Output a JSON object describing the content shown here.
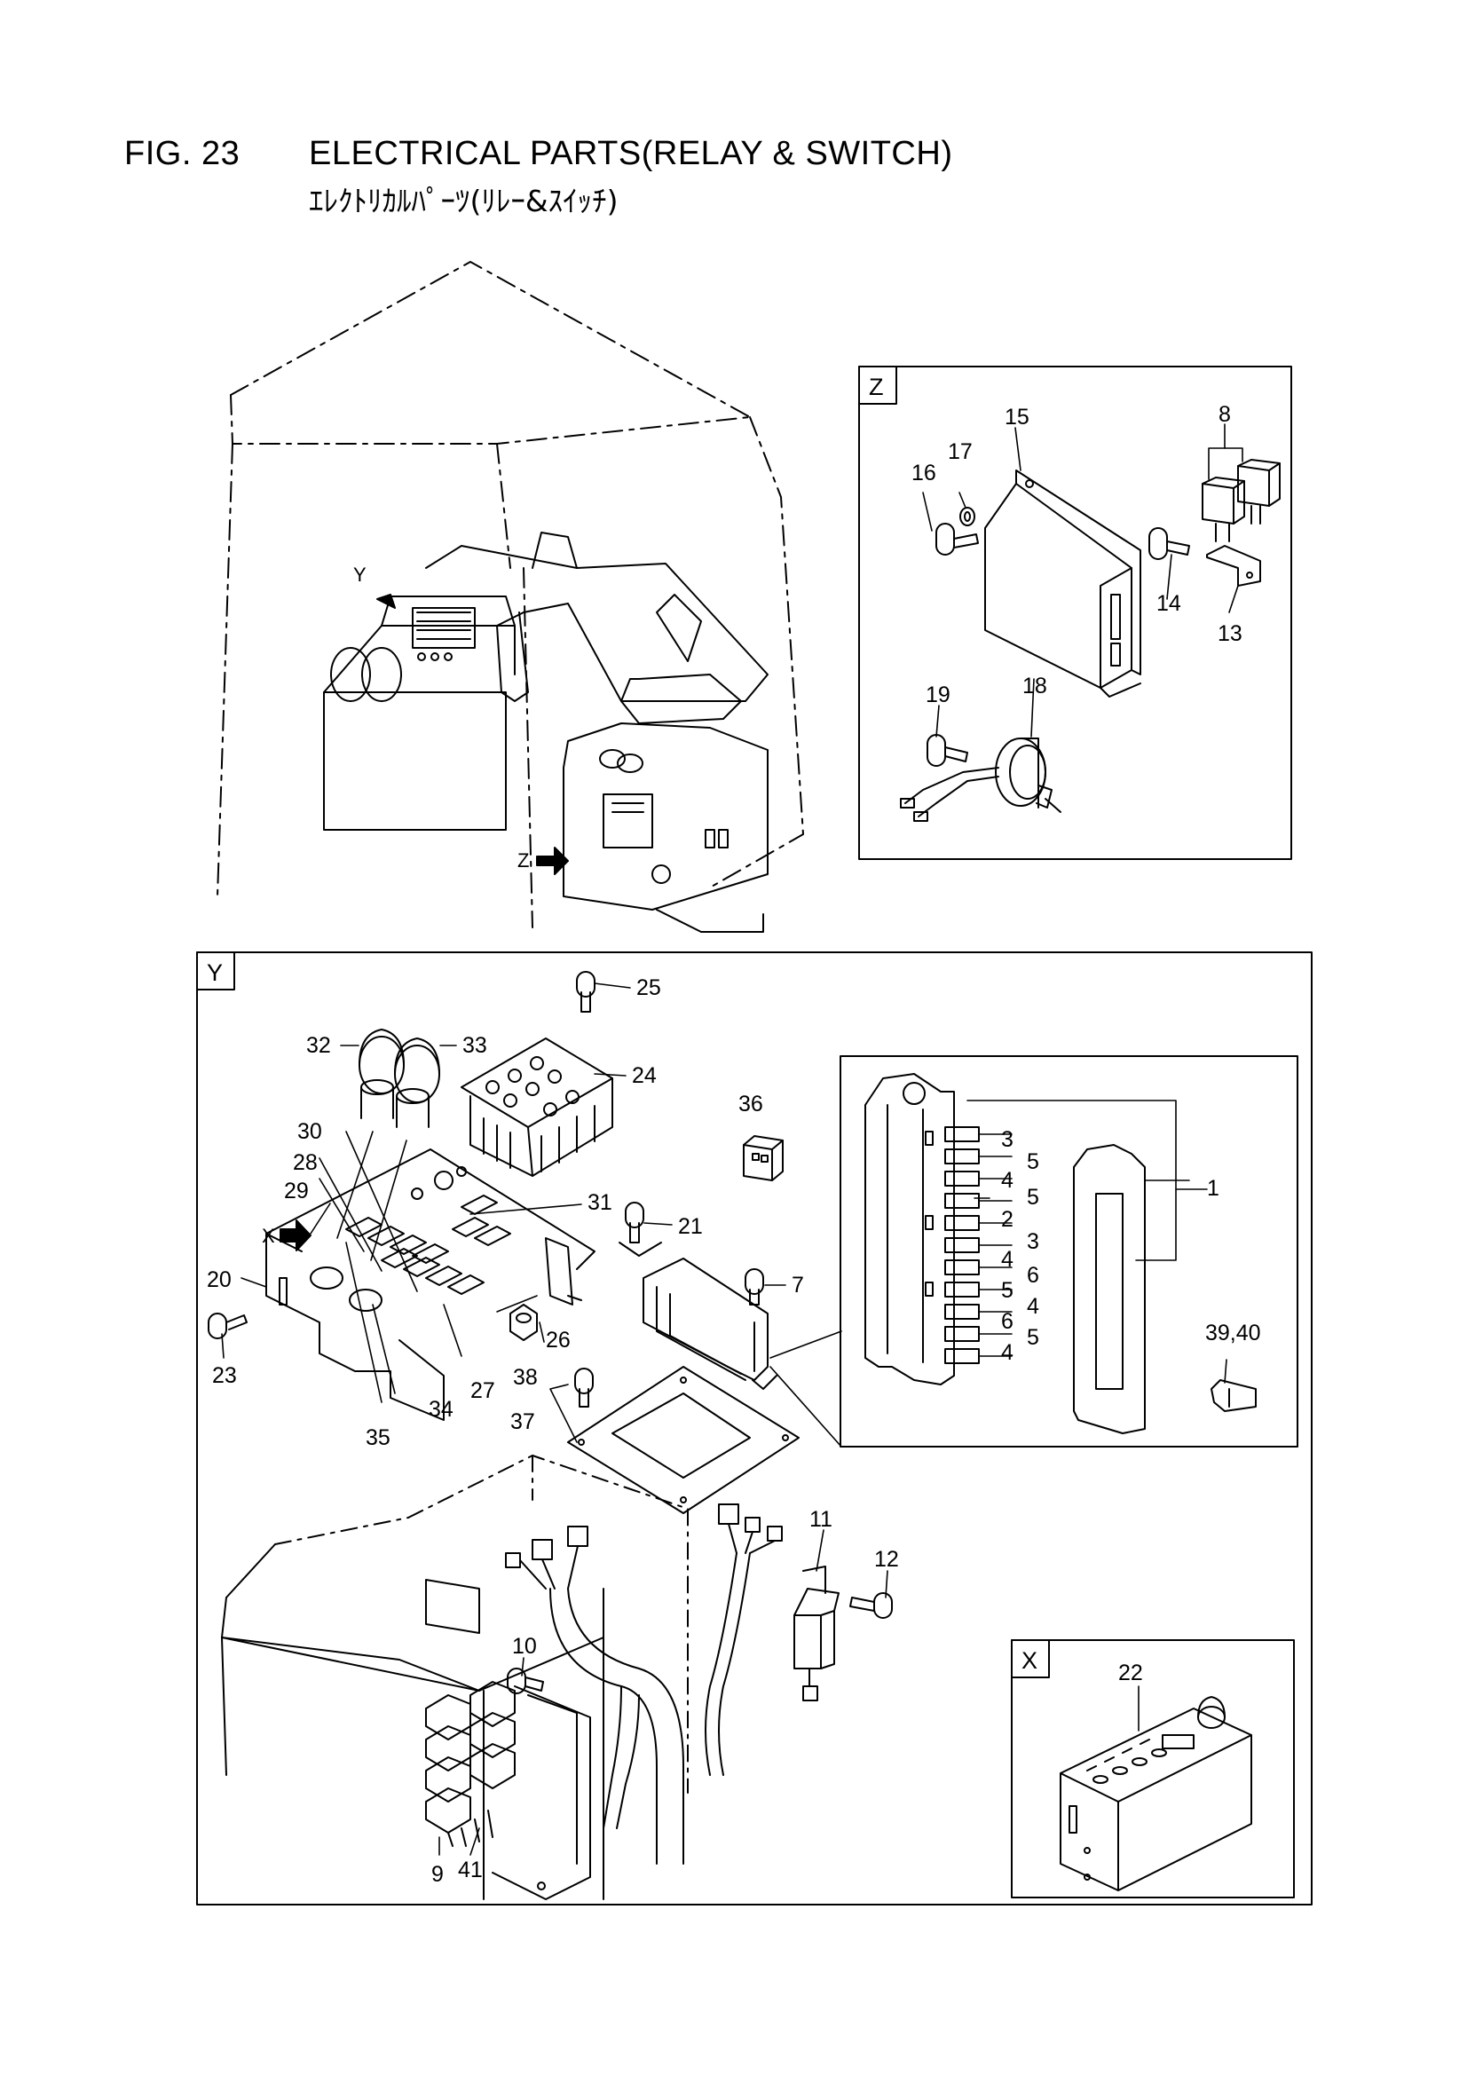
{
  "header": {
    "fig_number": "FIG. 23",
    "title": "ELECTRICAL PARTS(RELAY & SWITCH)",
    "title_jp": "ｴﾚｸﾄﾘｶﾙﾊﾟｰﾂ(ﾘﾚｰ&ｽｲｯﾁ)"
  },
  "views": {
    "overview_y": "Y",
    "overview_z": "Z",
    "overview_x": "X",
    "panel_z": "Z",
    "panel_y": "Y",
    "panel_x": "X"
  },
  "callouts": {
    "p1": "1",
    "p2": "2",
    "p3": "3",
    "p4": "4",
    "p5": "5",
    "p6": "6",
    "p7": "7",
    "p8": "8",
    "p9": "9",
    "p10": "10",
    "p11": "11",
    "p12": "12",
    "p13": "13",
    "p14": "14",
    "p15": "15",
    "p16": "16",
    "p17": "17",
    "p18": "18",
    "p19": "19",
    "p20": "20",
    "p21": "21",
    "p22": "22",
    "p23": "23",
    "p24": "24",
    "p25": "25",
    "p26": "26",
    "p27": "27",
    "p28": "28",
    "p29": "29",
    "p30": "30",
    "p31": "31",
    "p32": "32",
    "p33": "33",
    "p34": "34",
    "p35": "35",
    "p36": "36",
    "p37": "37",
    "p38": "38",
    "p39_40": "39,40",
    "p41": "41"
  },
  "fuse_box_labels": [
    "3",
    "5",
    "4",
    "5",
    "2",
    "3",
    "4",
    "6",
    "5",
    "4",
    "6",
    "5",
    "4"
  ]
}
